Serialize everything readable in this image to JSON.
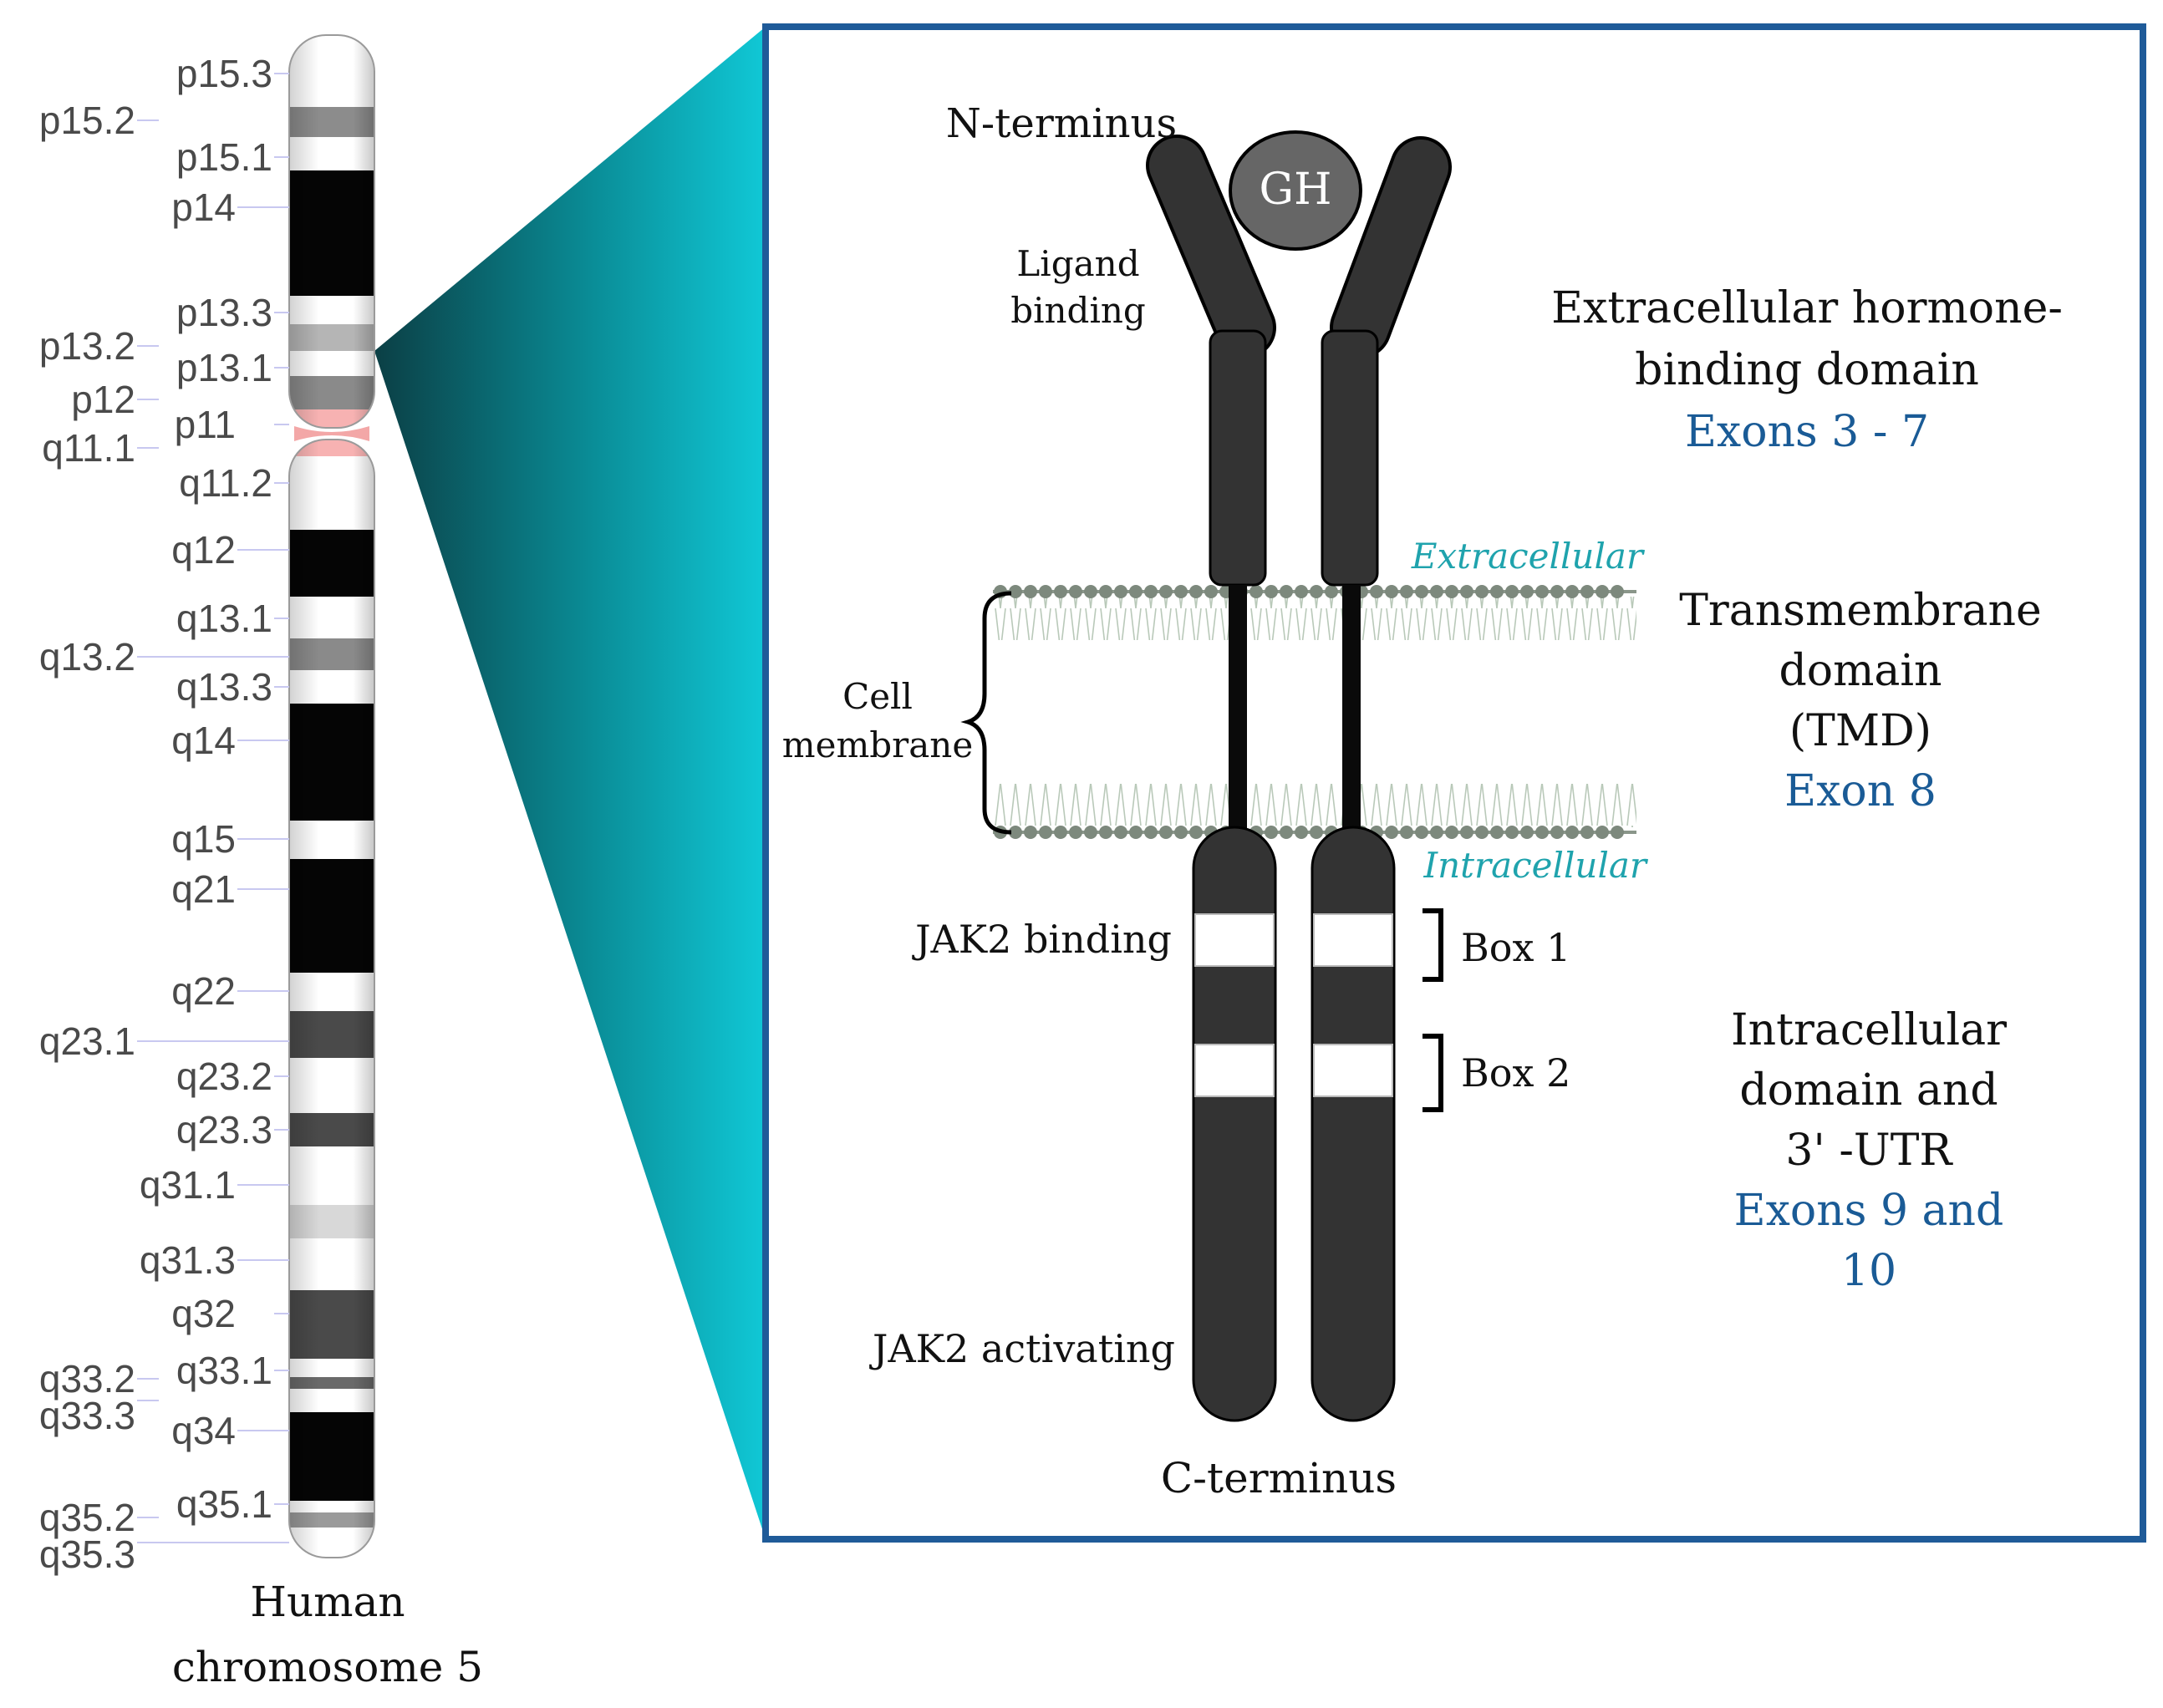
{
  "chromosome": {
    "caption_line1": "Human",
    "caption_line2": "chromosome 5",
    "bands_right": [
      "p15.3",
      "p15.1",
      "p14",
      "p13.3",
      "p13.1",
      "p11",
      "q11.2",
      "q12",
      "q13.1",
      "q13.3",
      "q14",
      "q15",
      "q21",
      "q22",
      "q23.2",
      "q23.3",
      "q31.1",
      "q31.3",
      "q32",
      "q33.1",
      "q34",
      "q35.1"
    ],
    "bands_left": [
      "p15.2",
      "p13.2",
      "p12",
      "q11.1",
      "q13.2",
      "q23.1",
      "q33.2",
      "q33.3",
      "q35.2",
      "q35.3"
    ]
  },
  "receptor": {
    "n_terminus": "N-terminus",
    "c_terminus": "C-terminus",
    "ligand": "GH",
    "ligand_binding_line1": "Ligand",
    "ligand_binding_line2": "binding",
    "cell_membrane_line1": "Cell",
    "cell_membrane_line2": "membrane",
    "extracellular": "Extracellular",
    "intracellular": "Intracellular",
    "jak2_binding": "JAK2 binding",
    "jak2_activating": "JAK2 activating",
    "box1": "Box 1",
    "box2": "Box 2"
  },
  "domains": {
    "extracellular": {
      "line1": "Extracellular hormone-",
      "line2": "binding domain",
      "exons": "Exons 3 - 7"
    },
    "transmembrane": {
      "line1": "Transmembrane",
      "line2": "domain",
      "line3": "(TMD)",
      "exons": "Exon 8"
    },
    "intracellular": {
      "line1": "Intracellular",
      "line2": "domain and",
      "line3": "3' -UTR",
      "exons_line1": "Exons 9 and",
      "exons_line2": "10"
    }
  }
}
